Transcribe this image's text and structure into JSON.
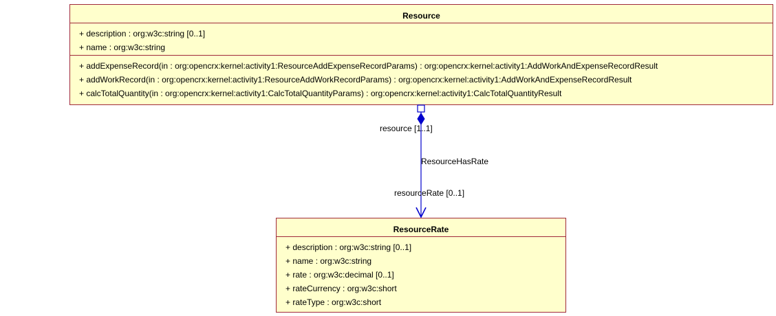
{
  "classes": {
    "resource": {
      "name": "Resource",
      "attributes": [
        "+ description : org:w3c:string [0..1]",
        "+ name : org:w3c:string"
      ],
      "operations": [
        "+ addExpenseRecord(in : org:opencrx:kernel:activity1:ResourceAddExpenseRecordParams) : org:opencrx:kernel:activity1:AddWorkAndExpenseRecordResult",
        "+ addWorkRecord(in : org:opencrx:kernel:activity1:ResourceAddWorkRecordParams) : org:opencrx:kernel:activity1:AddWorkAndExpenseRecordResult",
        "+ calcTotalQuantity(in : org:opencrx:kernel:activity1:CalcTotalQuantityParams) : org:opencrx:kernel:activity1:CalcTotalQuantityResult"
      ]
    },
    "resourceRate": {
      "name": "ResourceRate",
      "attributes": [
        "+ description : org:w3c:string [0..1]",
        "+ name : org:w3c:string",
        "+ rate : org:w3c:decimal [0..1]",
        "+ rateCurrency : org:w3c:short",
        "+ rateType : org:w3c:short"
      ]
    }
  },
  "association": {
    "name": "ResourceHasRate",
    "source_role": "resource [1..1]",
    "target_role": "resourceRate [0..1]",
    "line_color": "#0000cc",
    "source_end": "composition",
    "target_end": "navigable-arrow"
  },
  "colors": {
    "class_fill": "#ffffcc",
    "class_border": "#a0283a"
  }
}
